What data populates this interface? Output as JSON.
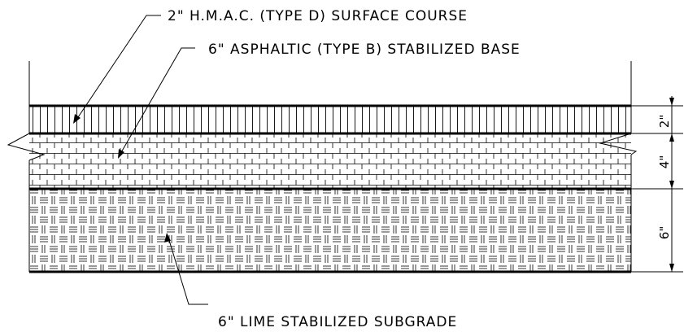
{
  "labels": {
    "surface": "2\" H.M.A.C. (TYPE D) SURFACE COURSE",
    "base": "6\" ASPHALTIC (TYPE B) STABILIZED BASE",
    "subgrade": "6\" LIME STABILIZED SUBGRADE"
  },
  "dimensions": {
    "surface": "2\"",
    "base": "4\"",
    "subgrade": "6\""
  }
}
